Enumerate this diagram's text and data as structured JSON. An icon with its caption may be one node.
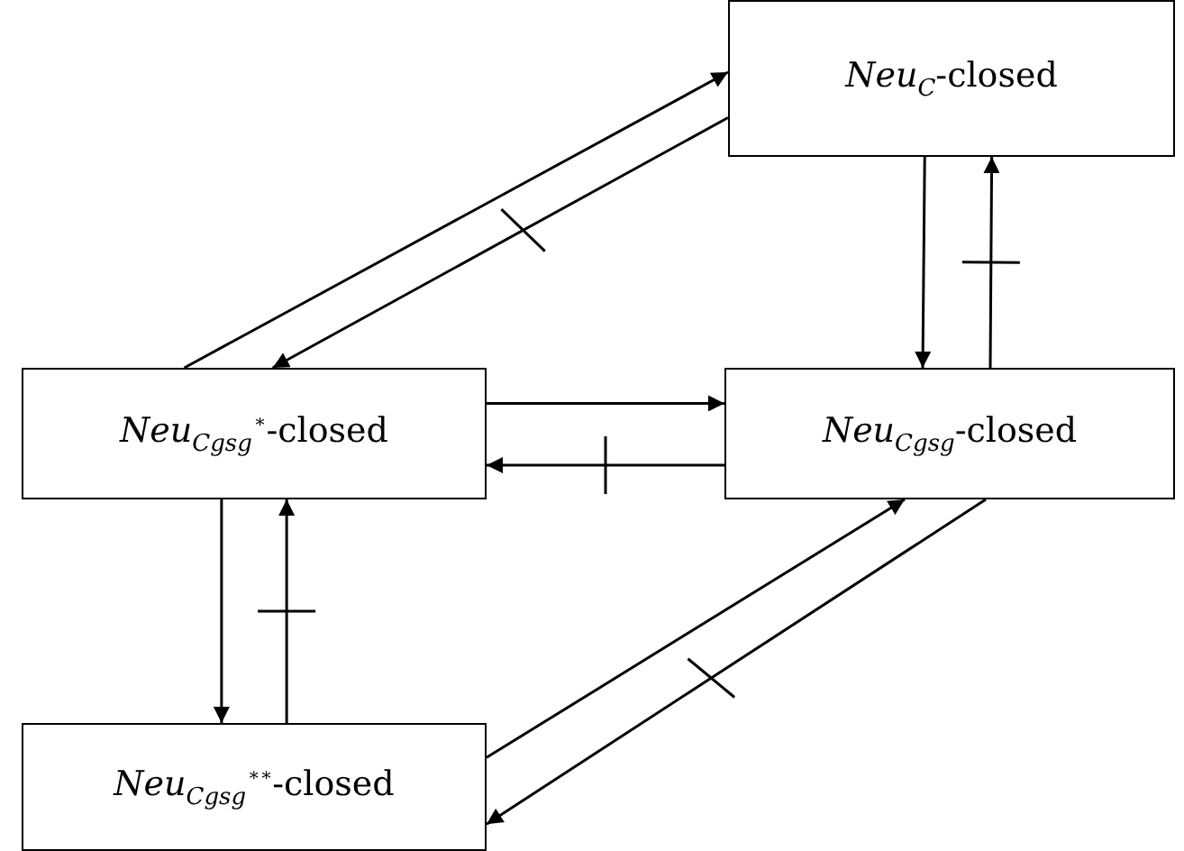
{
  "diagram": {
    "nodes": [
      {
        "text": [
          "*Neu*$_{C}$-closed"
        ]
      },
      {
        "text": [
          "*Neu*$_{Cgsg}$$^{∗}$-closed"
        ]
      },
      {
        "text": [
          "*Neu*$_{Cgsg}$-closed"
        ]
      },
      {
        "text": [
          "*Neu*$_{Cgsg}$$^{∗∗}$-closed"
        ]
      }
    ],
    "edges": [
      {
        "from": 1,
        "to": 0,
        "arrow": "to"
      },
      {
        "from": 0,
        "to": 1,
        "arrow": "to"
      },
      {
        "from": 0,
        "to": 2,
        "arrow": "to"
      },
      {
        "from": 2,
        "to": 0,
        "arrow": "to"
      },
      {
        "from": 1,
        "to": 2,
        "arrow": "to"
      },
      {
        "from": 2,
        "to": 1,
        "arrow": "to"
      },
      {
        "from": 1,
        "to": 3,
        "arrow": "to"
      },
      {
        "from": 3,
        "to": 1,
        "arrow": "to"
      },
      {
        "from": 3,
        "to": 2,
        "arrow": "to"
      },
      {
        "from": 2,
        "to": 3,
        "arrow": "to"
      }
    ]
  }
}
